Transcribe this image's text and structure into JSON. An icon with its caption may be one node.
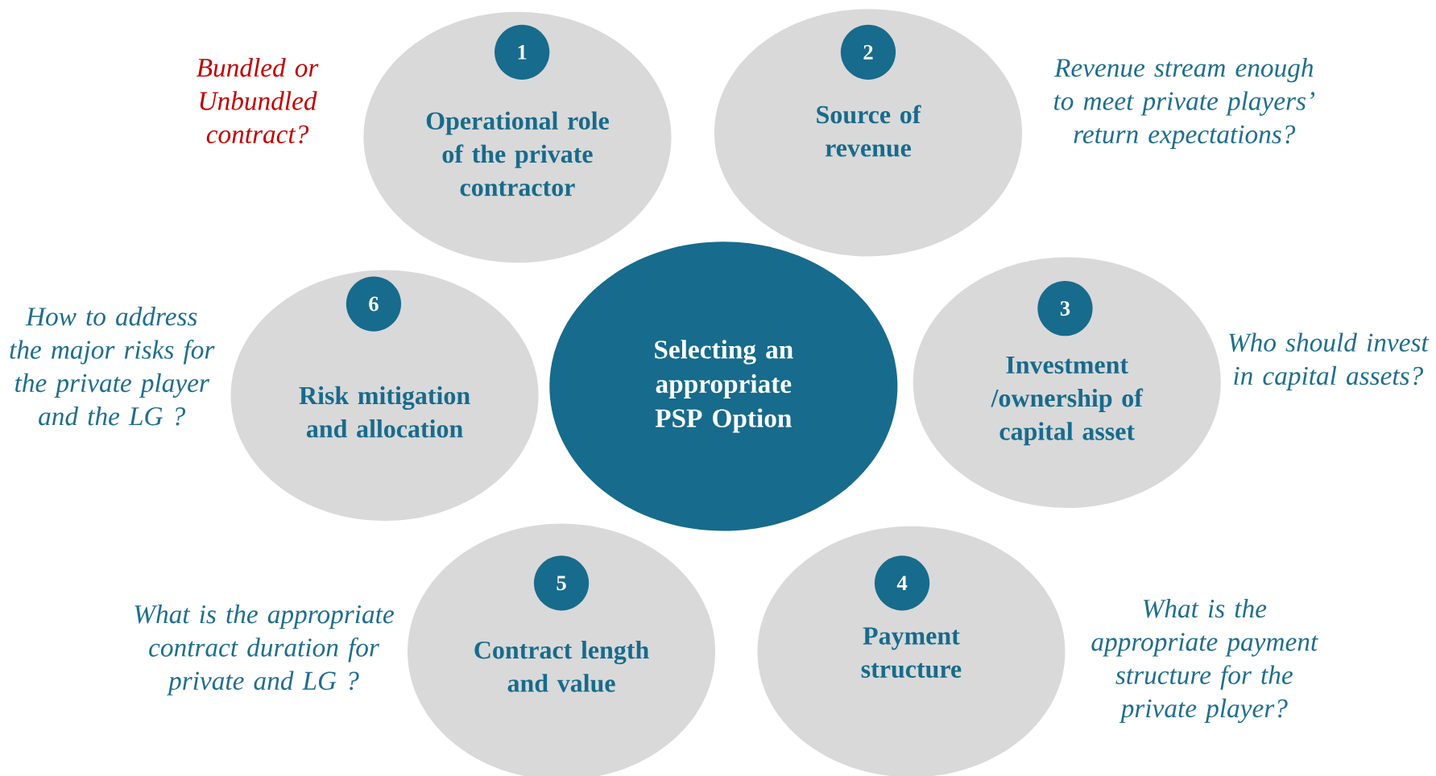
{
  "diagram": {
    "nodes": [
      {
        "text": [
          "Selecting an appropriate PSP Option"
        ]
      },
      {
        "text": [
          "1",
          "Operational role of the private contractor"
        ],
        "beside": [
          "Bundled or Unbundled contract?"
        ]
      },
      {
        "text": [
          "2",
          "Source of revenue"
        ],
        "beside": [
          "Revenue stream enough to meet private players’ return expectations?"
        ]
      },
      {
        "text": [
          "3",
          "Investment /ownership of capital asset"
        ],
        "beside": [
          "Who should invest in capital assets?"
        ]
      },
      {
        "text": [
          "4",
          "Payment structure"
        ],
        "beside": [
          "What is the appropriate payment structure for the private player?"
        ]
      },
      {
        "text": [
          "5",
          "Contract length and value"
        ],
        "beside": [
          "What is the appropriate contract duration for private and LG ?"
        ]
      },
      {
        "text": [
          "6",
          "Risk mitigation and allocation"
        ],
        "beside": [
          "How to address the major risks for the private player and the LG ?"
        ]
      }
    ]
  }
}
